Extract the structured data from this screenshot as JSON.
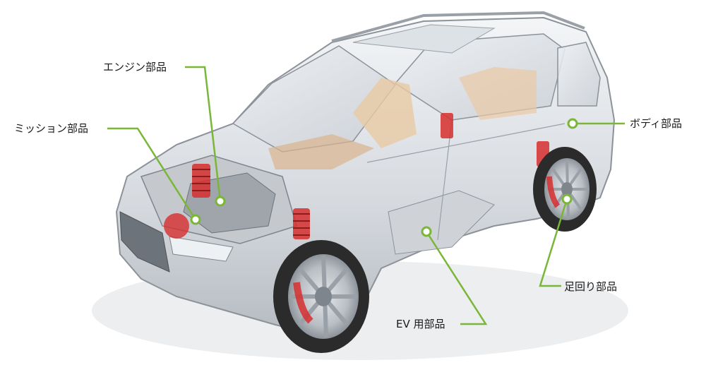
{
  "labels": {
    "engine": "エンジン部品",
    "mission": "ミッション部品",
    "body": "ボディ部品",
    "suspension": "足回り部品",
    "ev": "EV 用部品"
  },
  "colors": {
    "leader": "#7ab637",
    "text": "#1a1a1a",
    "car_body": "#d9dde2",
    "car_outline": "#8c9299",
    "interior": "#e9c9a4",
    "spring": "#d62e2e",
    "tire": "#2b2b2b",
    "wheel": "#bfc4ca"
  }
}
